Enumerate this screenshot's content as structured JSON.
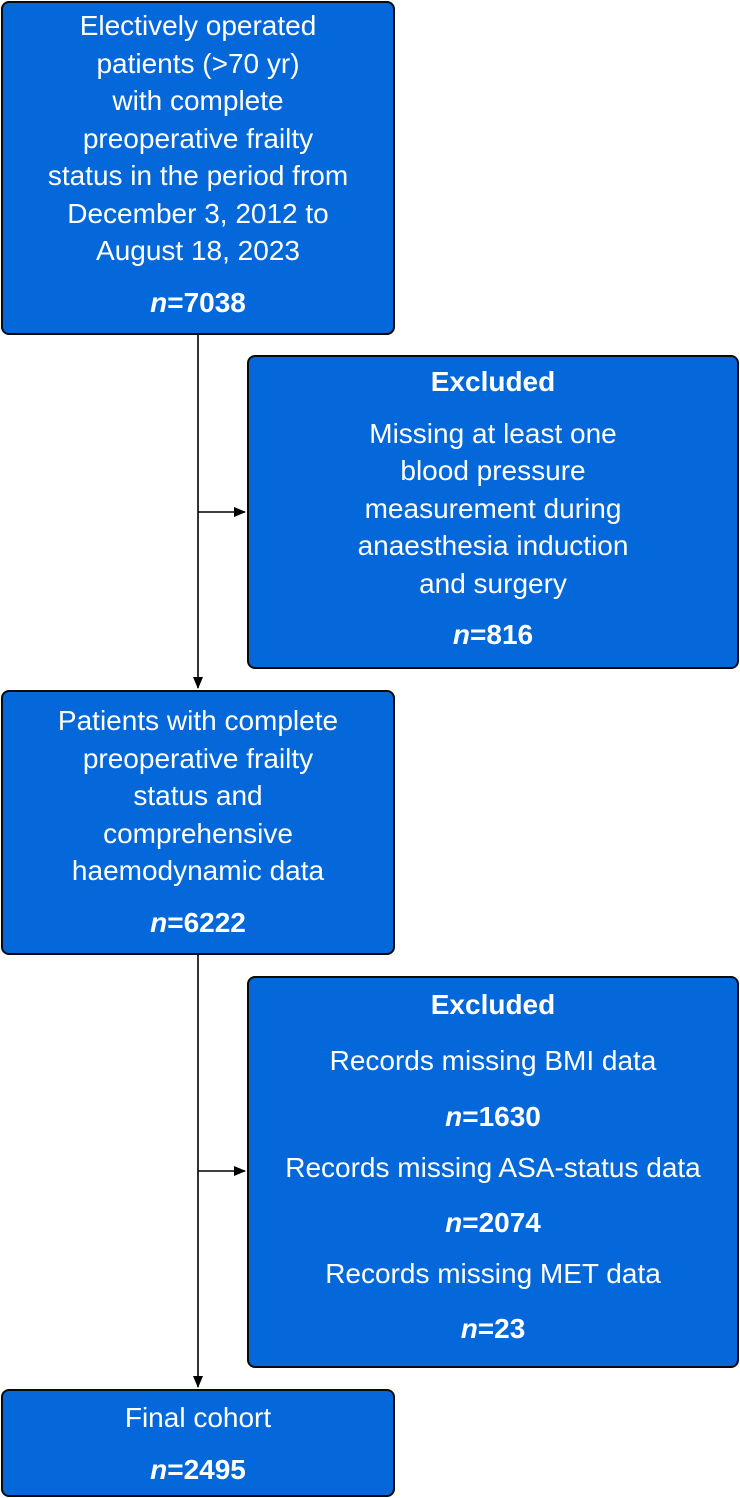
{
  "flowchart": {
    "start": {
      "lines": [
        "Electively operated",
        "patients (>70 yr)",
        "with complete",
        "preoperative frailty",
        "status in the period from",
        "December 3, 2012 to",
        "August 18, 2023"
      ],
      "n_label": "n",
      "n_value": "=7038"
    },
    "exclusion1": {
      "heading": "Excluded",
      "lines": [
        "Missing at least one",
        "blood pressure",
        "measurement during",
        "anaesthesia induction",
        "and surgery"
      ],
      "n_label": "n",
      "n_value": "=816"
    },
    "middle": {
      "lines": [
        "Patients with complete",
        "preoperative frailty",
        "status and",
        "comprehensive",
        "haemodynamic data"
      ],
      "n_label": "n",
      "n_value": "=6222"
    },
    "exclusion2": {
      "heading": "Excluded",
      "items": [
        {
          "text": "Records missing BMI data",
          "n_label": "n",
          "n_value": "=1630"
        },
        {
          "text": "Records missing ASA-status data",
          "n_label": "n",
          "n_value": "=2074"
        },
        {
          "text": "Records missing MET data",
          "n_label": "n",
          "n_value": "=23"
        }
      ]
    },
    "final": {
      "lines": [
        "Final cohort"
      ],
      "n_label": "n",
      "n_value": "=2495"
    }
  }
}
